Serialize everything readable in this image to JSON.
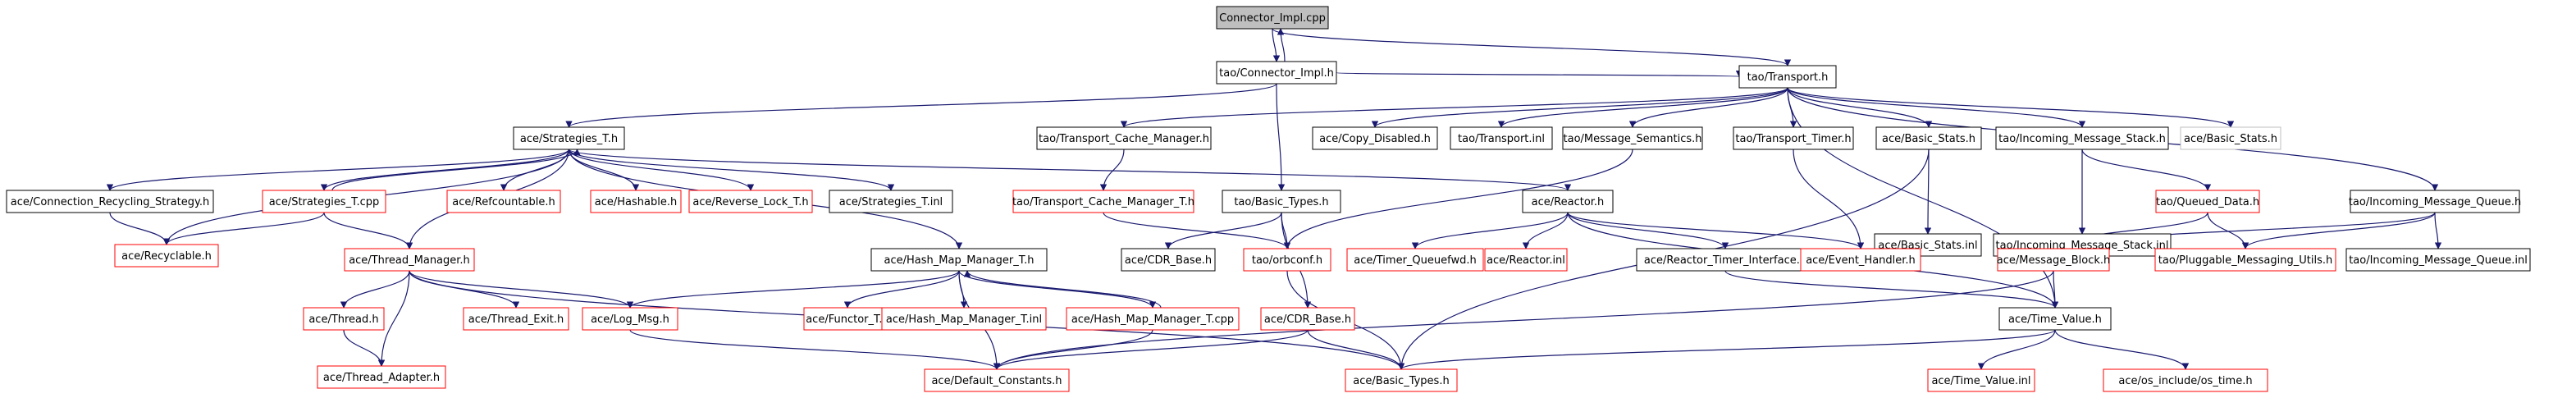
{
  "title": "Connector_Impl.cpp",
  "colors": {
    "root_fill": "#bfbfbf",
    "documented_border": "#000000",
    "undocumented_border": "#ff0000",
    "external_border": "#bfbfbf",
    "edge": "#191970",
    "text": "#000000"
  },
  "nodes": [
    {
      "id": "n0",
      "label": "Connector_Impl.cpp",
      "kind": "root"
    },
    {
      "id": "n1",
      "label": "tao/Connector_Impl.h",
      "kind": "documented"
    },
    {
      "id": "n2",
      "label": "tao/Transport.h",
      "kind": "documented"
    },
    {
      "id": "n3",
      "label": "ace/Strategies_T.h",
      "kind": "documented"
    },
    {
      "id": "n4",
      "label": "tao/Transport_Cache_Manager.h",
      "kind": "documented"
    },
    {
      "id": "n5",
      "label": "ace/Copy_Disabled.h",
      "kind": "documented"
    },
    {
      "id": "n6",
      "label": "tao/Transport.inl",
      "kind": "documented"
    },
    {
      "id": "n7",
      "label": "tao/Message_Semantics.h",
      "kind": "documented"
    },
    {
      "id": "n8",
      "label": "tao/Transport_Timer.h",
      "kind": "documented"
    },
    {
      "id": "n9",
      "label": "ace/Basic_Stats.h",
      "kind": "documented"
    },
    {
      "id": "n10",
      "label": "tao/Incoming_Message_Stack.h",
      "kind": "documented"
    },
    {
      "id": "n11",
      "label": "ace/Basic_Stats.h",
      "kind": "external"
    },
    {
      "id": "n12",
      "label": "ace/Connection_Recycling_Strategy.h",
      "kind": "documented"
    },
    {
      "id": "n13",
      "label": "ace/Strategies_T.cpp",
      "kind": "undocumented"
    },
    {
      "id": "n14",
      "label": "ace/Refcountable.h",
      "kind": "undocumented"
    },
    {
      "id": "n15",
      "label": "ace/Hashable.h",
      "kind": "undocumented"
    },
    {
      "id": "n16",
      "label": "ace/Reverse_Lock_T.h",
      "kind": "undocumented"
    },
    {
      "id": "n17",
      "label": "ace/Strategies_T.inl",
      "kind": "documented"
    },
    {
      "id": "n18",
      "label": "tao/Transport_Cache_Manager_T.h",
      "kind": "undocumented"
    },
    {
      "id": "n19",
      "label": "tao/Basic_Types.h",
      "kind": "documented"
    },
    {
      "id": "n20",
      "label": "ace/Reactor.h",
      "kind": "documented"
    },
    {
      "id": "n21",
      "label": "ace/Basic_Stats.inl",
      "kind": "documented"
    },
    {
      "id": "n22",
      "label": "tao/Incoming_Message_Stack.inl",
      "kind": "documented"
    },
    {
      "id": "n23",
      "label": "tao/Queued_Data.h",
      "kind": "undocumented"
    },
    {
      "id": "n24",
      "label": "tao/Incoming_Message_Queue.h",
      "kind": "documented"
    },
    {
      "id": "n25",
      "label": "ace/Recyclable.h",
      "kind": "undocumented"
    },
    {
      "id": "n26",
      "label": "ace/Thread_Manager.h",
      "kind": "undocumented"
    },
    {
      "id": "n27",
      "label": "ace/Hash_Map_Manager_T.h",
      "kind": "documented"
    },
    {
      "id": "n28",
      "label": "ace/CDR_Base.h",
      "kind": "documented"
    },
    {
      "id": "n29",
      "label": "tao/orbconf.h",
      "kind": "undocumented"
    },
    {
      "id": "n30",
      "label": "ace/Timer_Queuefwd.h",
      "kind": "undocumented"
    },
    {
      "id": "n31",
      "label": "ace/Reactor.inl",
      "kind": "undocumented"
    },
    {
      "id": "n32",
      "label": "ace/Reactor_Timer_Interface.h",
      "kind": "documented"
    },
    {
      "id": "n33",
      "label": "ace/Event_Handler.h",
      "kind": "undocumented"
    },
    {
      "id": "n34",
      "label": "ace/Message_Block.h",
      "kind": "undocumented"
    },
    {
      "id": "n35",
      "label": "tao/Pluggable_Messaging_Utils.h",
      "kind": "undocumented"
    },
    {
      "id": "n36",
      "label": "tao/Incoming_Message_Queue.inl",
      "kind": "documented"
    },
    {
      "id": "n37",
      "label": "ace/Thread.h",
      "kind": "undocumented"
    },
    {
      "id": "n38",
      "label": "ace/Thread_Exit.h",
      "kind": "undocumented"
    },
    {
      "id": "n39",
      "label": "ace/Log_Msg.h",
      "kind": "undocumented"
    },
    {
      "id": "n40",
      "label": "ace/Functor_T.h",
      "kind": "undocumented"
    },
    {
      "id": "n41",
      "label": "ace/Hash_Map_Manager_T.inl",
      "kind": "undocumented"
    },
    {
      "id": "n42",
      "label": "ace/Hash_Map_Manager_T.cpp",
      "kind": "undocumented"
    },
    {
      "id": "n43",
      "label": "ace/CDR_Base.h",
      "kind": "undocumented"
    },
    {
      "id": "n44",
      "label": "ace/Time_Value.h",
      "kind": "documented"
    },
    {
      "id": "n45",
      "label": "ace/Thread_Adapter.h",
      "kind": "undocumented"
    },
    {
      "id": "n46",
      "label": "ace/Default_Constants.h",
      "kind": "undocumented"
    },
    {
      "id": "n47",
      "label": "ace/Basic_Types.h",
      "kind": "undocumented"
    },
    {
      "id": "n48",
      "label": "ace/Time_Value.inl",
      "kind": "undocumented"
    },
    {
      "id": "n49",
      "label": "ace/os_include/os_time.h",
      "kind": "undocumented"
    }
  ],
  "edges": [
    [
      "n0",
      "n1"
    ],
    [
      "n1",
      "n0"
    ],
    [
      "n0",
      "n2"
    ],
    [
      "n1",
      "n2"
    ],
    [
      "n1",
      "n3"
    ],
    [
      "n1",
      "n19"
    ],
    [
      "n2",
      "n4"
    ],
    [
      "n2",
      "n5"
    ],
    [
      "n2",
      "n6"
    ],
    [
      "n2",
      "n7"
    ],
    [
      "n2",
      "n8"
    ],
    [
      "n2",
      "n9"
    ],
    [
      "n2",
      "n10"
    ],
    [
      "n2",
      "n11"
    ],
    [
      "n2",
      "n24"
    ],
    [
      "n2",
      "n44"
    ],
    [
      "n3",
      "n12"
    ],
    [
      "n3",
      "n13"
    ],
    [
      "n13",
      "n3"
    ],
    [
      "n3",
      "n14"
    ],
    [
      "n3",
      "n15"
    ],
    [
      "n3",
      "n16"
    ],
    [
      "n3",
      "n17"
    ],
    [
      "n3",
      "n25"
    ],
    [
      "n3",
      "n26"
    ],
    [
      "n3",
      "n27"
    ],
    [
      "n3",
      "n20"
    ],
    [
      "n12",
      "n25"
    ],
    [
      "n13",
      "n25"
    ],
    [
      "n13",
      "n26"
    ],
    [
      "n4",
      "n18"
    ],
    [
      "n7",
      "n29"
    ],
    [
      "n8",
      "n33"
    ],
    [
      "n9",
      "n21"
    ],
    [
      "n9",
      "n47"
    ],
    [
      "n10",
      "n22"
    ],
    [
      "n10",
      "n23"
    ],
    [
      "n23",
      "n34"
    ],
    [
      "n23",
      "n35"
    ],
    [
      "n24",
      "n34"
    ],
    [
      "n24",
      "n35"
    ],
    [
      "n24",
      "n36"
    ],
    [
      "n19",
      "n28"
    ],
    [
      "n19",
      "n29"
    ],
    [
      "n19",
      "n43"
    ],
    [
      "n18",
      "n29"
    ],
    [
      "n20",
      "n30"
    ],
    [
      "n20",
      "n31"
    ],
    [
      "n20",
      "n32"
    ],
    [
      "n20",
      "n33"
    ],
    [
      "n20",
      "n44"
    ],
    [
      "n32",
      "n44"
    ],
    [
      "n34",
      "n44"
    ],
    [
      "n34",
      "n46"
    ],
    [
      "n26",
      "n37"
    ],
    [
      "n26",
      "n38"
    ],
    [
      "n26",
      "n39"
    ],
    [
      "n26",
      "n45"
    ],
    [
      "n26",
      "n47"
    ],
    [
      "n27",
      "n39"
    ],
    [
      "n27",
      "n40"
    ],
    [
      "n27",
      "n41"
    ],
    [
      "n27",
      "n42"
    ],
    [
      "n42",
      "n27"
    ],
    [
      "n27",
      "n46"
    ],
    [
      "n37",
      "n45"
    ],
    [
      "n39",
      "n46"
    ],
    [
      "n42",
      "n46"
    ],
    [
      "n43",
      "n46"
    ],
    [
      "n43",
      "n47"
    ],
    [
      "n29",
      "n47"
    ],
    [
      "n44",
      "n47"
    ],
    [
      "n44",
      "n48"
    ],
    [
      "n44",
      "n49"
    ]
  ]
}
